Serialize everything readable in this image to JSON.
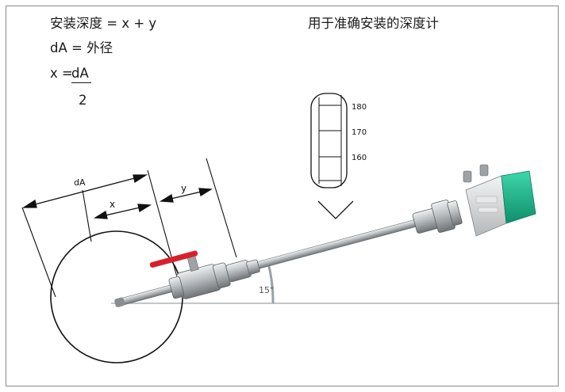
{
  "formulas": {
    "install_depth": "安装深度 = x + y",
    "da_def": "dA = 外径",
    "x_left": "x = ",
    "x_numerator": "dA",
    "x_denominator": "2"
  },
  "gauge": {
    "title": "用于准确安装的深度计",
    "ticks": [
      "180",
      "170",
      "160"
    ]
  },
  "dimensions": {
    "da_label": "dA",
    "x_label": "x",
    "y_label": "y",
    "angle_label": "15°"
  },
  "colors": {
    "probe_head": "#18b38b",
    "valve_handle": "#d8202a",
    "steel": "#b9bcbe",
    "angle_arc": "#9aa0a6"
  }
}
